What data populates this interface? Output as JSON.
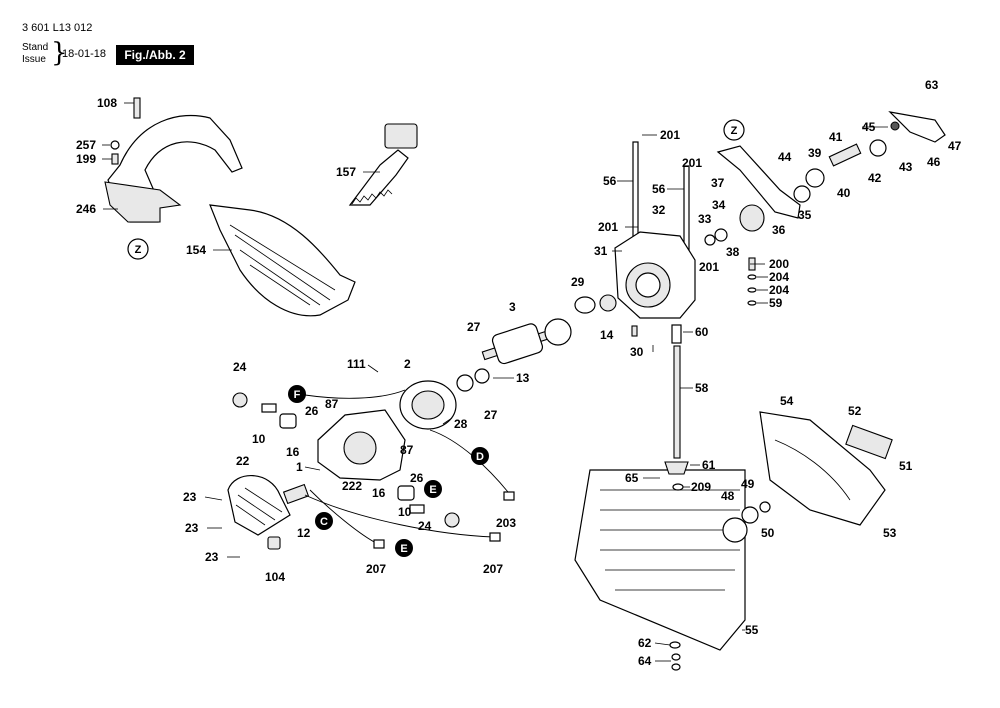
{
  "header": {
    "doc_code": "3 601 L13 012",
    "stand_line1": "Stand",
    "stand_line2": "Issue",
    "date": "18-01-18",
    "figure": "Fig./Abb. 2"
  },
  "callouts": [
    {
      "id": "c108",
      "text": "108"
    },
    {
      "id": "c257",
      "text": "257"
    },
    {
      "id": "c199",
      "text": "199"
    },
    {
      "id": "c246",
      "text": "246"
    },
    {
      "id": "c154",
      "text": "154"
    },
    {
      "id": "c157",
      "text": "157"
    },
    {
      "id": "c201a",
      "text": "201"
    },
    {
      "id": "c201b",
      "text": "201"
    },
    {
      "id": "c56a",
      "text": "56"
    },
    {
      "id": "c56b",
      "text": "56"
    },
    {
      "id": "c201c",
      "text": "201"
    },
    {
      "id": "c32",
      "text": "32"
    },
    {
      "id": "c31",
      "text": "31"
    },
    {
      "id": "c201d",
      "text": "201"
    },
    {
      "id": "c29",
      "text": "29"
    },
    {
      "id": "c14",
      "text": "14"
    },
    {
      "id": "c30",
      "text": "30"
    },
    {
      "id": "c60",
      "text": "60"
    },
    {
      "id": "c3",
      "text": "3"
    },
    {
      "id": "c27a",
      "text": "27"
    },
    {
      "id": "c2",
      "text": "2"
    },
    {
      "id": "c111",
      "text": "111"
    },
    {
      "id": "c13",
      "text": "13"
    },
    {
      "id": "c27b",
      "text": "27"
    },
    {
      "id": "c28",
      "text": "28"
    },
    {
      "id": "c24a",
      "text": "24"
    },
    {
      "id": "c26a",
      "text": "26"
    },
    {
      "id": "c87a",
      "text": "87"
    },
    {
      "id": "c10a",
      "text": "10"
    },
    {
      "id": "c16a",
      "text": "16"
    },
    {
      "id": "c87b",
      "text": "87"
    },
    {
      "id": "c26b",
      "text": "26"
    },
    {
      "id": "c1",
      "text": "1"
    },
    {
      "id": "c222",
      "text": "222"
    },
    {
      "id": "c16b",
      "text": "16"
    },
    {
      "id": "c10b",
      "text": "10"
    },
    {
      "id": "c24b",
      "text": "24"
    },
    {
      "id": "c22",
      "text": "22"
    },
    {
      "id": "c23a",
      "text": "23"
    },
    {
      "id": "c23b",
      "text": "23"
    },
    {
      "id": "c23c",
      "text": "23"
    },
    {
      "id": "c12",
      "text": "12"
    },
    {
      "id": "c104",
      "text": "104"
    },
    {
      "id": "c207a",
      "text": "207"
    },
    {
      "id": "c207b",
      "text": "207"
    },
    {
      "id": "c203",
      "text": "203"
    },
    {
      "id": "c63",
      "text": "63"
    },
    {
      "id": "c45",
      "text": "45"
    },
    {
      "id": "c46",
      "text": "46"
    },
    {
      "id": "c47",
      "text": "47"
    },
    {
      "id": "c41",
      "text": "41"
    },
    {
      "id": "c39",
      "text": "39"
    },
    {
      "id": "c44",
      "text": "44"
    },
    {
      "id": "c37",
      "text": "37"
    },
    {
      "id": "c42",
      "text": "42"
    },
    {
      "id": "c43",
      "text": "43"
    },
    {
      "id": "c40",
      "text": "40"
    },
    {
      "id": "c35",
      "text": "35"
    },
    {
      "id": "c34",
      "text": "34"
    },
    {
      "id": "c33",
      "text": "33"
    },
    {
      "id": "c36",
      "text": "36"
    },
    {
      "id": "c38",
      "text": "38"
    },
    {
      "id": "c200",
      "text": "200"
    },
    {
      "id": "c204a",
      "text": "204"
    },
    {
      "id": "c204b",
      "text": "204"
    },
    {
      "id": "c59",
      "text": "59"
    },
    {
      "id": "c58",
      "text": "58"
    },
    {
      "id": "c54",
      "text": "54"
    },
    {
      "id": "c52",
      "text": "52"
    },
    {
      "id": "c51",
      "text": "51"
    },
    {
      "id": "c61",
      "text": "61"
    },
    {
      "id": "c65",
      "text": "65"
    },
    {
      "id": "c209",
      "text": "209"
    },
    {
      "id": "c48",
      "text": "48"
    },
    {
      "id": "c49",
      "text": "49"
    },
    {
      "id": "c50",
      "text": "50"
    },
    {
      "id": "c53",
      "text": "53"
    },
    {
      "id": "c55",
      "text": "55"
    },
    {
      "id": "c62",
      "text": "62"
    },
    {
      "id": "c64",
      "text": "64"
    }
  ],
  "badges": [
    {
      "id": "bF",
      "text": "F"
    },
    {
      "id": "bD",
      "text": "D"
    },
    {
      "id": "bE1",
      "text": "E"
    },
    {
      "id": "bC",
      "text": "C"
    },
    {
      "id": "bE2",
      "text": "E"
    }
  ],
  "z_markers": [
    {
      "id": "z1",
      "text": "Z"
    },
    {
      "id": "z2",
      "text": "Z"
    }
  ]
}
